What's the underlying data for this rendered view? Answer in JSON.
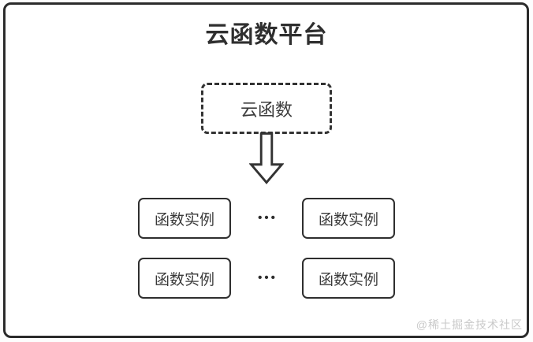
{
  "diagram": {
    "title": "云函数平台",
    "cloud_function": {
      "label": "云函数"
    },
    "arrow": {
      "direction": "down"
    },
    "instance_rows": [
      {
        "left": "函数实例",
        "ellipsis": "•••",
        "right": "函数实例"
      },
      {
        "left": "函数实例",
        "ellipsis": "•••",
        "right": "函数实例"
      }
    ],
    "watermark": "@稀土掘金技术社区"
  },
  "colors": {
    "line": "#2b2b2b",
    "text": "#3a3a3a",
    "watermark": "#c9c9c9",
    "background": "#ffffff"
  }
}
